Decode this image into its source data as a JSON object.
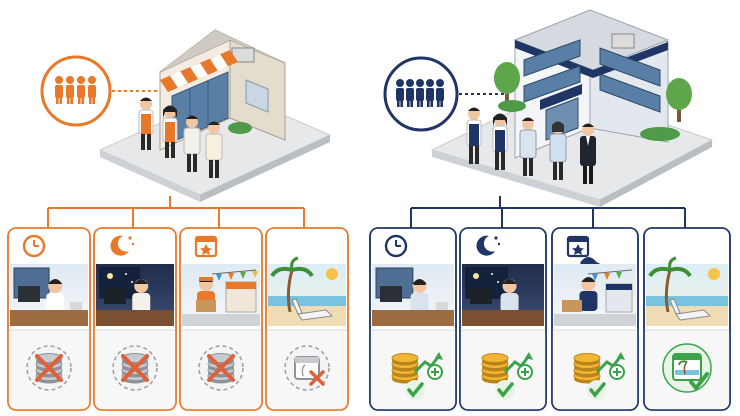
{
  "colors": {
    "small_business": "#e8782a",
    "corporation": "#1f3566",
    "check_green": "#3aa34a",
    "cross_red": "#e0603a",
    "coin_gold": "#f2b632",
    "coin_grey": "#9aa0a6"
  },
  "groups": [
    {
      "id": "small-business",
      "people_icon": "people-group-icon",
      "building": "small-shop",
      "staff_count": 4,
      "benefits": [
        {
          "icon": "clock-icon",
          "scene": "office-worker",
          "outcome": "no-extra-pay"
        },
        {
          "icon": "moon-stars-icon",
          "scene": "night-worker",
          "outcome": "no-extra-pay"
        },
        {
          "icon": "calendar-star-icon",
          "scene": "holiday-worker",
          "outcome": "no-extra-pay"
        },
        {
          "icon": "palm-tree-icon",
          "scene": "beach-vacation",
          "outcome": "no-paid-leave"
        }
      ]
    },
    {
      "id": "corporation",
      "people_icon": "people-group-icon",
      "building": "large-office",
      "staff_count": 5,
      "benefits": [
        {
          "icon": "clock-icon",
          "scene": "office-worker",
          "outcome": "extra-pay"
        },
        {
          "icon": "moon-stars-icon",
          "scene": "night-worker",
          "outcome": "extra-pay"
        },
        {
          "icon": "calendar-star-icon",
          "scene": "delivery-worker",
          "outcome": "extra-pay"
        },
        {
          "icon": "palm-tree-icon",
          "scene": "beach-vacation",
          "outcome": "paid-leave"
        }
      ]
    }
  ]
}
